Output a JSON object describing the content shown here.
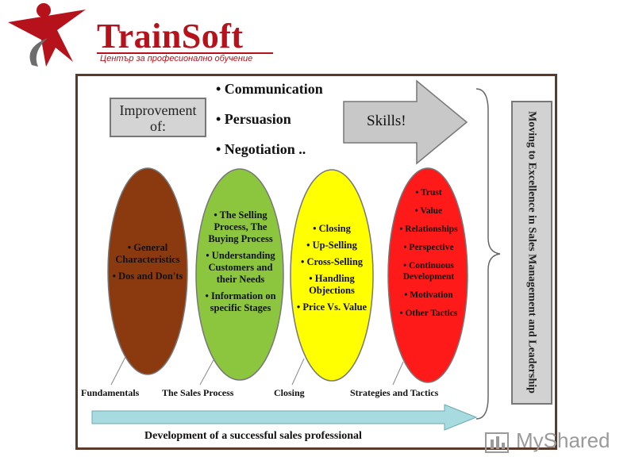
{
  "logo": {
    "brand": "TrainSoft",
    "tagline": "Център за професионално обучение"
  },
  "improvement_label": "Improvement of:",
  "skills_list": [
    "• Communication",
    "• Persuasion",
    "• Negotiation .."
  ],
  "skills_arrow_label": "Skills!",
  "right_box_text": "Moving to Excellence in Sales Management and Leadership",
  "ellipses": [
    {
      "color": "#8b3a10",
      "items": [
        "• General Characteristics",
        "• Dos and Don'ts"
      ]
    },
    {
      "color": "#8cc63f",
      "items": [
        "• The Selling Process, The Buying Process",
        "• Understanding Customers and their Needs",
        "• Information on specific Stages"
      ]
    },
    {
      "color": "#ffff00",
      "items": [
        "• Closing",
        "• Up-Selling",
        "• Cross-Selling",
        "• Handling Objections",
        "• Price Vs. Value"
      ]
    },
    {
      "color": "#ff1a1a",
      "items": [
        "• Trust",
        "• Value",
        "• Relationships",
        "• Perspective",
        "• Continuous Development",
        "• Motivation",
        "• Other Tactics"
      ]
    }
  ],
  "captions": [
    "Fundamentals",
    "The Sales Process",
    "Closing",
    "Strategies and Tactics"
  ],
  "bottom_caption": "Development of a successful sales professional",
  "watermark": "MyShared"
}
